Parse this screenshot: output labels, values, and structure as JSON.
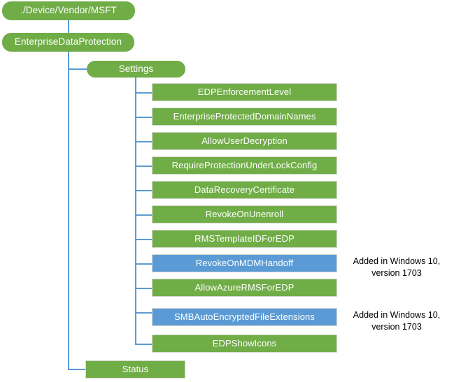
{
  "diagram": {
    "title": "EnterpriseDataProtection CSP node tree",
    "colors": {
      "node_green": "#70AD47",
      "node_blue": "#5B9BD5",
      "line_blue": "#5B9BD5",
      "node_text": "#FFFFFF",
      "note_text": "#000000",
      "background": "#FFFFFF"
    }
  },
  "root": {
    "label": "./Device/Vendor/MSFT"
  },
  "csp": {
    "label": "EnterpriseDataProtection"
  },
  "branches": {
    "settings": {
      "label": "Settings"
    },
    "status": {
      "label": "Status"
    }
  },
  "settings_children": [
    {
      "label": "EDPEnforcementLevel",
      "highlight": false,
      "note": ""
    },
    {
      "label": "EnterpriseProtectedDomainNames",
      "highlight": false,
      "note": ""
    },
    {
      "label": "AllowUserDecryption",
      "highlight": false,
      "note": ""
    },
    {
      "label": "RequireProtectionUnderLockConfig",
      "highlight": false,
      "note": ""
    },
    {
      "label": "DataRecoveryCertificate",
      "highlight": false,
      "note": ""
    },
    {
      "label": "RevokeOnUnenroll",
      "highlight": false,
      "note": ""
    },
    {
      "label": "RMSTemplateIDForEDP",
      "highlight": false,
      "note": ""
    },
    {
      "label": "RevokeOnMDMHandoff",
      "highlight": true,
      "note": "Added in Windows 10,\nversion 1703"
    },
    {
      "label": "AllowAzureRMSForEDP",
      "highlight": false,
      "note": ""
    },
    {
      "label": "SMBAutoEncryptedFileExtensions",
      "highlight": true,
      "note": "Added in Windows 10,\nversion 1703"
    },
    {
      "label": "EDPShowIcons",
      "highlight": false,
      "note": ""
    }
  ]
}
